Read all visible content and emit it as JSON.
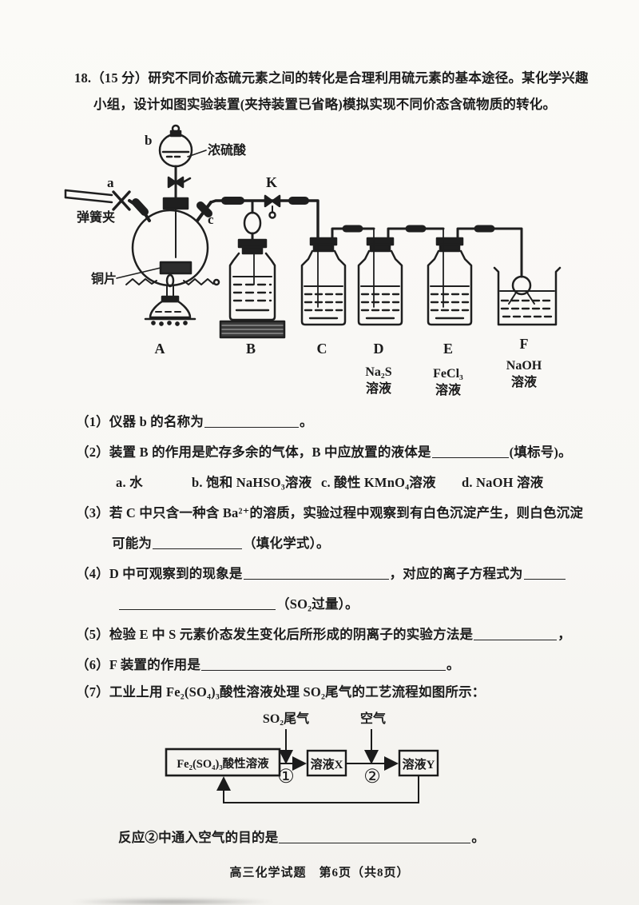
{
  "colors": {
    "paper": "#f8f7f4",
    "ink": "#1b1b1b"
  },
  "intro": {
    "line1": "18.（15 分）研究不同价态硫元素之间的转化是合理利用硫元素的基本途径。某化学兴趣",
    "line2": "小组，设计如图实验装置(夹持装置已省略)模拟实现不同价态含硫物质的转化。"
  },
  "apparatus": {
    "label_a": "a",
    "label_b": "b",
    "label_c": "c",
    "label_k": "K",
    "spring_clamp": "弹簧夹",
    "conc_acid": "浓硫酸",
    "copper_piece": "铜片",
    "device_a": "A",
    "device_b": "B",
    "device_c": "C",
    "device_d": "D",
    "device_e": "E",
    "device_f": "F",
    "sol_d_formula": "Na₂S",
    "sol_d_word": "溶液",
    "sol_e_formula": "FeCl₃",
    "sol_e_word": "溶液",
    "sol_f_formula": "NaOH",
    "sol_f_word": "溶液"
  },
  "q1": {
    "pre": "（1）仪器 b 的名称为",
    "post": "。"
  },
  "q2": {
    "pre": "（2）装置 B 的作用是贮存多余的气体，B 中应放置的液体是",
    "post": "(填标号)。",
    "opt_a": "a. 水",
    "opt_b": "b. 饱和 NaHSO₃溶液",
    "opt_c": "c. 酸性 KMnO₄溶液",
    "opt_d": "d. NaOH 溶液"
  },
  "q3": {
    "line1": "（3）若 C 中只含一种含 Ba²⁺的溶质，实验过程中观察到有白色沉淀产生，则白色沉淀",
    "pre2": "可能为",
    "post2": "（填化学式）。"
  },
  "q4": {
    "pre": "（4）D 中可观察到的现象是",
    "mid": "，对应的离子方程式为",
    "post2": "（SO₂过量）。"
  },
  "q5": {
    "pre": "（5）检验 E 中 S 元素价态发生变化后所形成的阴离子的实验方法是",
    "post": "，"
  },
  "q6": {
    "pre": "（6）F 装置的作用是",
    "post": "。"
  },
  "q7": {
    "text": "（7）工业上用 Fe₂(SO₄)₃酸性溶液处理 SO₂尾气的工艺流程如图所示："
  },
  "flow": {
    "gas_in": "SO₂尾气",
    "air": "空气",
    "box1": "Fe₂(SO₄)₃酸性溶液",
    "step1": "①",
    "box2": "溶液X",
    "step2": "②",
    "box3": "溶液Y"
  },
  "q7b": {
    "pre": "反应②中通入空气的目的是",
    "post": "。"
  },
  "footer": "高三化学试题　第6页（共8页）"
}
